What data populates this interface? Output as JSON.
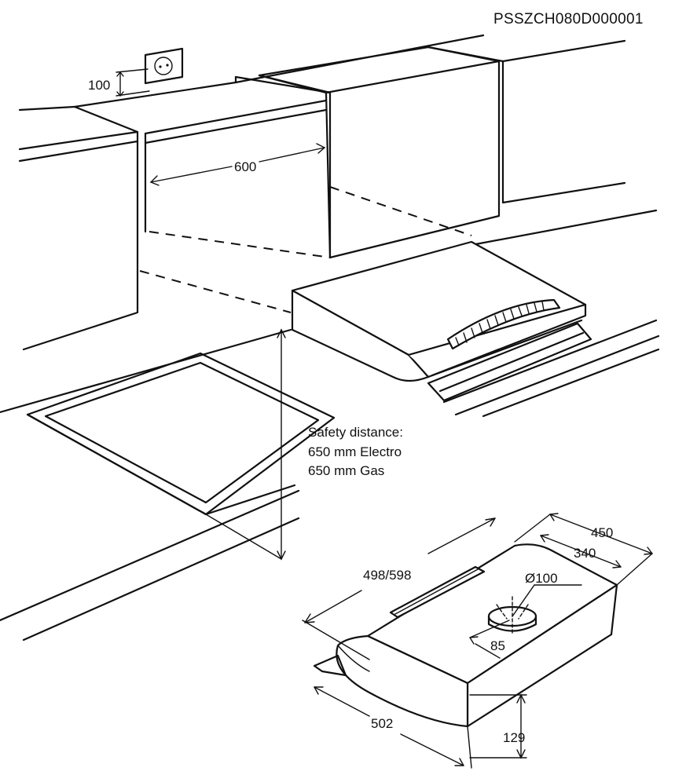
{
  "diagram_code": "PSSZCH080D000001",
  "socket_height": "100",
  "cabinet_gap_width": "600",
  "safety": {
    "title": "Safety distance:",
    "electro": "650 mm Electro",
    "gas": "650 mm Gas"
  },
  "dimensions": {
    "depth_total": "450",
    "depth_inner": "340",
    "width": "498/598",
    "duct_diameter": "Ø100",
    "duct_offset": "85",
    "front_width": "502",
    "height": "129"
  },
  "colors": {
    "line": "#111111",
    "background": "#ffffff"
  }
}
